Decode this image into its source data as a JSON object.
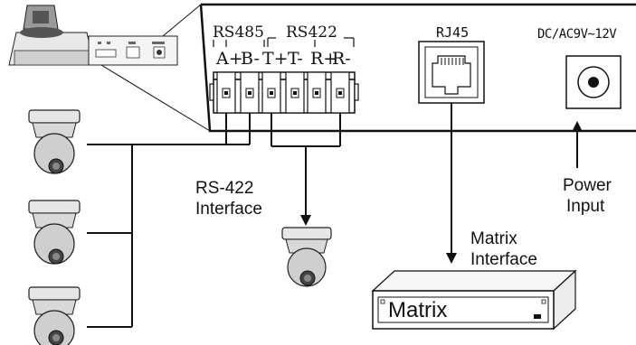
{
  "panel": {
    "rs485_label": "RS485",
    "rs422_label": "RS422",
    "rj45_label": "RJ45",
    "power_label": "DC/AC9V∼12V",
    "pins": [
      "A+",
      "B-",
      "T+",
      "T-",
      "R+",
      "R-"
    ]
  },
  "labels": {
    "rs422_interface_line1": "RS-422",
    "rs422_interface_line2": "Interface",
    "matrix_interface_line1": "Matrix",
    "matrix_interface_line2": "Interface",
    "power_input_line1": "Power",
    "power_input_line2": "Input"
  },
  "matrix_box": {
    "label": "Matrix"
  },
  "icons": [
    "keyboard-controller-icon",
    "dome-camera-icon",
    "terminal-block-icon",
    "rj45-port-icon",
    "dc-jack-icon",
    "matrix-device-icon"
  ]
}
